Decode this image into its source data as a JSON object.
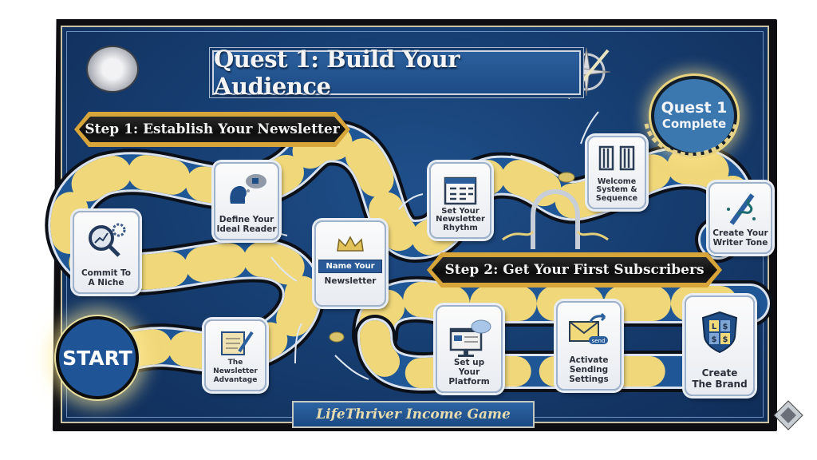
{
  "board": {
    "title": "Quest 1: Build Your Audience",
    "footer": "LifeThriver Income Game",
    "colors": {
      "board_blue": "#173f73",
      "path_yellow": "#f0d77a",
      "path_blue": "#1e5696",
      "gold": "#d8a53a",
      "frame": "#0e0e12"
    }
  },
  "start": {
    "label": "START"
  },
  "finish": {
    "line1": "Quest 1",
    "line2": "Complete"
  },
  "steps": [
    {
      "label": "Step 1: Establish Your Newsletter"
    },
    {
      "label": "Step 2: Get Your First Subscribers"
    }
  ],
  "tiles": [
    {
      "label": "The Newsletter\nAdvantage",
      "icon": "scroll-quill-icon"
    },
    {
      "label": "Commit To\nA Niche",
      "icon": "magnifier-chart-icon"
    },
    {
      "label": "Define Your\nIdeal Reader",
      "icon": "head-thought-icon"
    },
    {
      "label": "Newsletter",
      "ribbon": "Name Your",
      "icon": "crown-icon"
    },
    {
      "label": "Set Your\nNewsletter\nRhythm",
      "icon": "calendar-icon"
    },
    {
      "label": "Welcome\nSystem &\nSequence",
      "icon": "gate-icon"
    },
    {
      "label": "Create Your\nWriter Tone",
      "icon": "fountain-pen-icon"
    },
    {
      "label": "Set up\nYour Platform",
      "icon": "monitor-cloud-icon"
    },
    {
      "label": "Activate\nSending\nSettings",
      "icon": "envelope-send-icon",
      "badge": "send"
    },
    {
      "label": "Create\nThe Brand",
      "icon": "shield-icon",
      "shield_letters": [
        "L",
        "$",
        "$",
        "$"
      ]
    }
  ]
}
